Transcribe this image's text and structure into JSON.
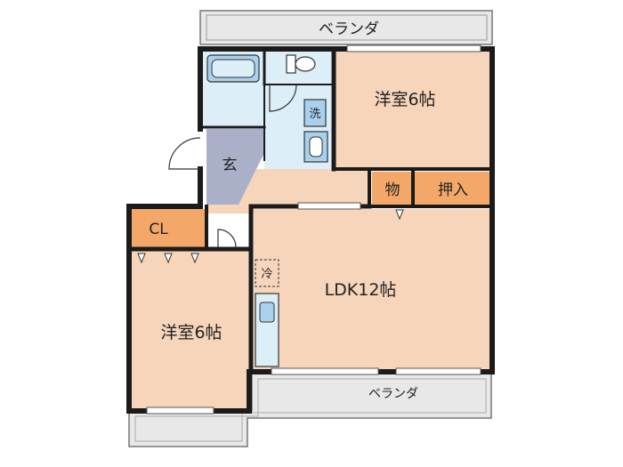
{
  "plan": {
    "labels": {
      "veranda_top": "ベランダ",
      "veranda_bottom": "ベランダ",
      "bedroom_right": "洋室6帖",
      "bedroom_left": "洋室6帖",
      "ldk": "LDK12帖",
      "entrance": "玄",
      "closet": "CL",
      "storage": "物",
      "oshiire": "押入",
      "washer": "洗",
      "fridge": "冷"
    },
    "colors": {
      "room_fill": "#f6d5bb",
      "storage_fill": "#f3a769",
      "wet_fill": "#dceef8",
      "fixture_fill": "#a9d1ee",
      "entrance_fill": "#aab0c8",
      "veranda_fill": "#e8e8e8",
      "wall": "#1b1b1b"
    }
  }
}
